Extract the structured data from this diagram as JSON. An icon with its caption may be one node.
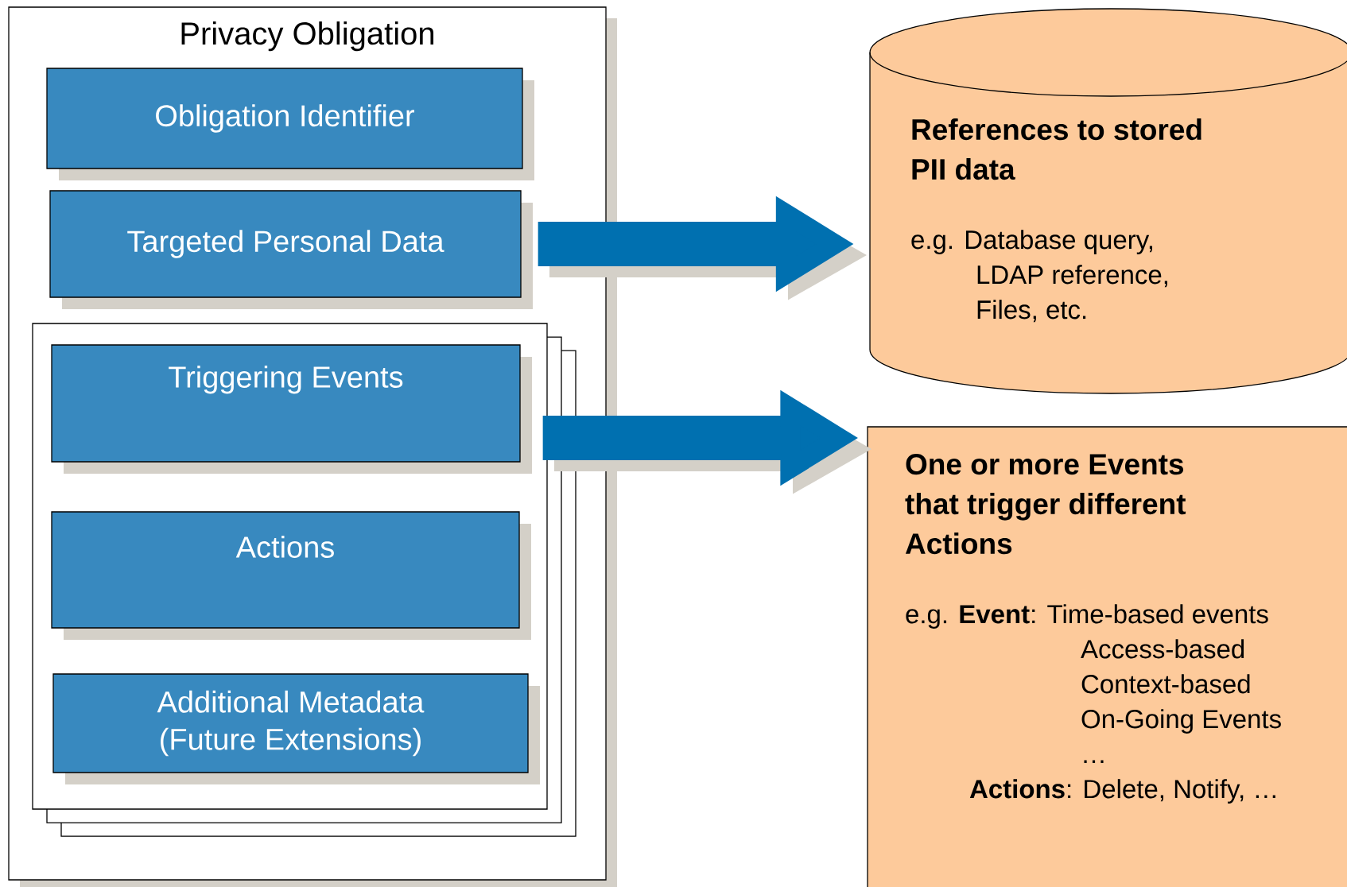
{
  "diagram": {
    "nodes": [
      {
        "text": [
          "Privacy Obligation"
        ]
      },
      {
        "text": [
          "Obligation Identifier"
        ],
        "in": 0
      },
      {
        "text": [
          "Targeted Personal Data"
        ],
        "in": 0
      },
      {
        "text": [],
        "shape": "box",
        "in": 0
      },
      {
        "text": [
          "Triggering Events"
        ],
        "in": 3
      },
      {
        "text": [
          "Actions"
        ],
        "in": 3
      },
      {
        "text": [
          "Additional Metadata (Future Extensions)"
        ],
        "in": 3
      },
      {
        "text": [
          "References to stored PII data",
          "e.g. Database query,",
          "LDAP reference,",
          "Files, etc."
        ]
      },
      {
        "text": [
          "One or more Events that trigger different Actions",
          "e.g. **Event**: Time-based events",
          "Access-based",
          "Context-based",
          "On-Going Events",
          "…",
          "**Actions**: Delete, Notify, …"
        ]
      }
    ],
    "edges": [
      {
        "from": 2,
        "to": 7,
        "arrow": "to"
      },
      {
        "from": 4,
        "to": 8,
        "arrow": "to"
      }
    ]
  }
}
